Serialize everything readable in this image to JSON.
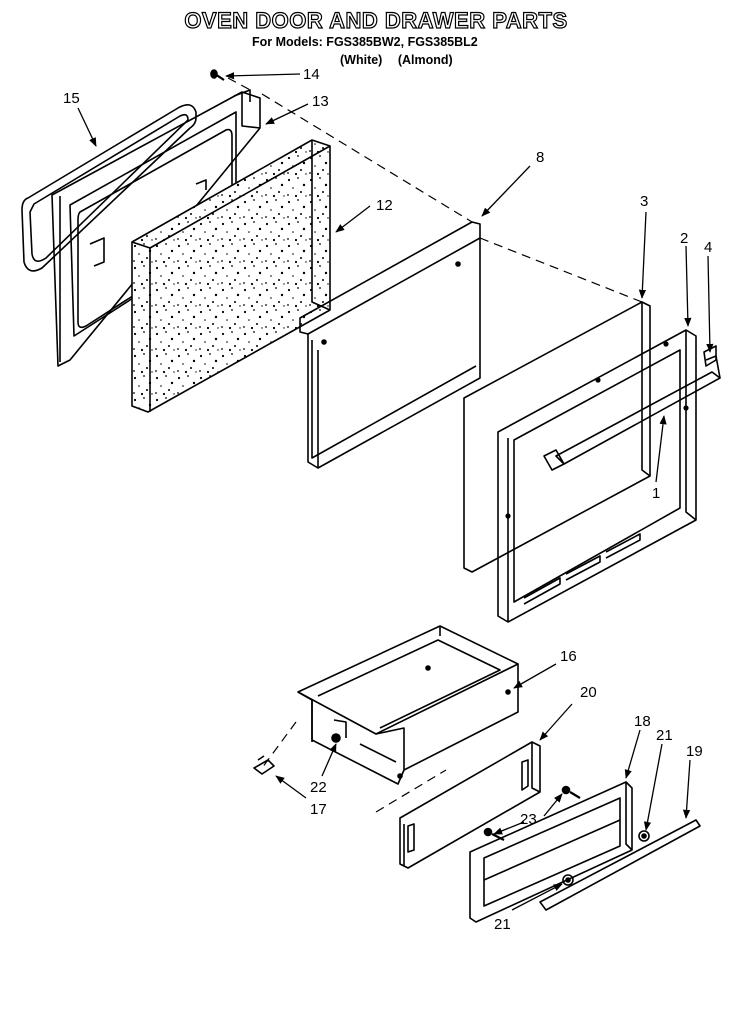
{
  "header": {
    "title": "OVEN DOOR AND DRAWER PARTS",
    "models": "For Models: FGS385BW2, FGS385BL2",
    "color_white": "(White)",
    "color_almond": "(Almond)"
  },
  "callouts": {
    "c1": "1",
    "c2": "2",
    "c3": "3",
    "c4": "4",
    "c8": "8",
    "c12": "12",
    "c13": "13",
    "c14": "14",
    "c15": "15",
    "c16": "16",
    "c17": "17",
    "c18": "18",
    "c19": "19",
    "c20": "20",
    "c21a": "21",
    "c21b": "21",
    "c22": "22",
    "c23": "23"
  }
}
